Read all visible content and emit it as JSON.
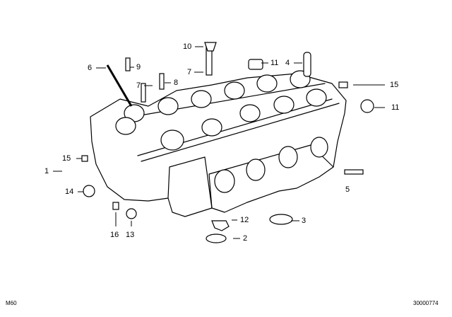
{
  "diagram": {
    "callouts": [
      "1",
      "2",
      "3",
      "4",
      "5",
      "6",
      "7",
      "7",
      "8",
      "9",
      "10",
      "11",
      "11",
      "12",
      "13",
      "14",
      "15",
      "15",
      "16"
    ],
    "corner_left": "M60",
    "corner_right": "30000774"
  }
}
